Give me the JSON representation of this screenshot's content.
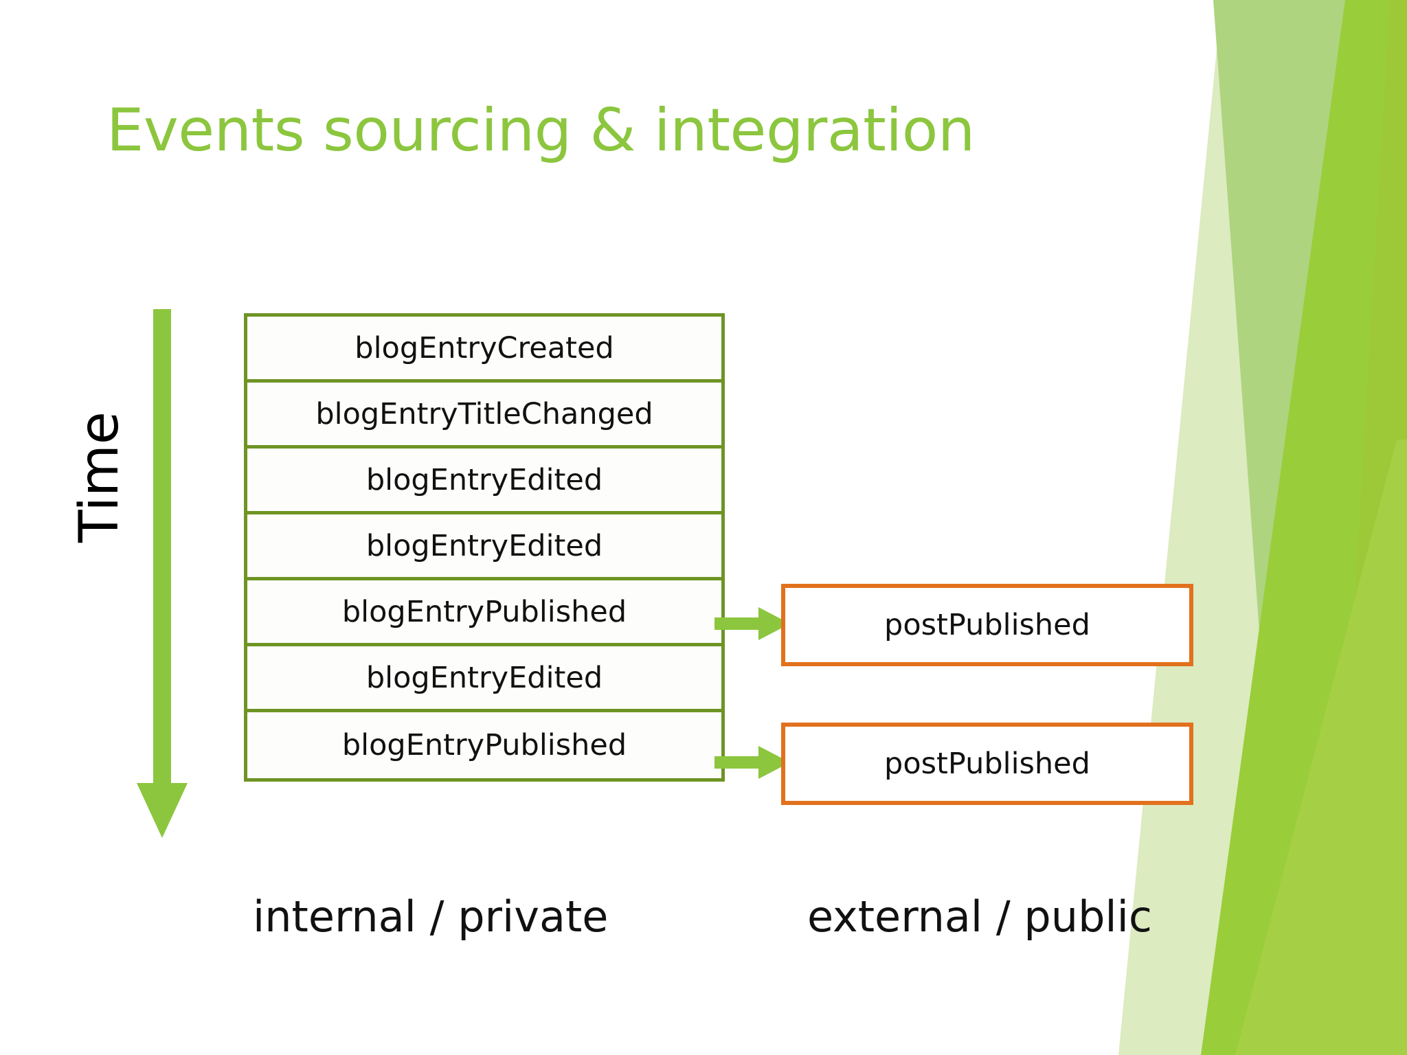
{
  "slide": {
    "title": "Events sourcing & integration",
    "background_color": "#FFFFFF"
  },
  "colors": {
    "title_green": "#8CC63E",
    "box_border_green": "#6E9423",
    "arrow_green": "#8CC63E",
    "external_border_orange": "#E2711D",
    "deco_light_green": "#DCEBC0",
    "deco_mid_green": "#AED47F",
    "deco_bright_green": "#9ACD3A",
    "text_black": "#111111"
  },
  "time_axis": {
    "label": "Time",
    "direction": "down",
    "icon": "down-arrow-icon"
  },
  "internal_stream": {
    "caption": "internal / private",
    "events": [
      {
        "label": "blogEntryCreated"
      },
      {
        "label": "blogEntryTitleChanged"
      },
      {
        "label": "blogEntryEdited"
      },
      {
        "label": "blogEntryEdited"
      },
      {
        "label": "blogEntryPublished"
      },
      {
        "label": "blogEntryEdited"
      },
      {
        "label": "blogEntryPublished"
      }
    ]
  },
  "external_stream": {
    "caption": "external / public",
    "events": [
      {
        "label": "postPublished"
      },
      {
        "label": "postPublished"
      }
    ]
  },
  "connections": [
    {
      "from": "blogEntryPublished",
      "to": "postPublished",
      "icon": "right-arrow-icon"
    },
    {
      "from": "blogEntryPublished",
      "to": "postPublished",
      "icon": "right-arrow-icon"
    }
  ]
}
